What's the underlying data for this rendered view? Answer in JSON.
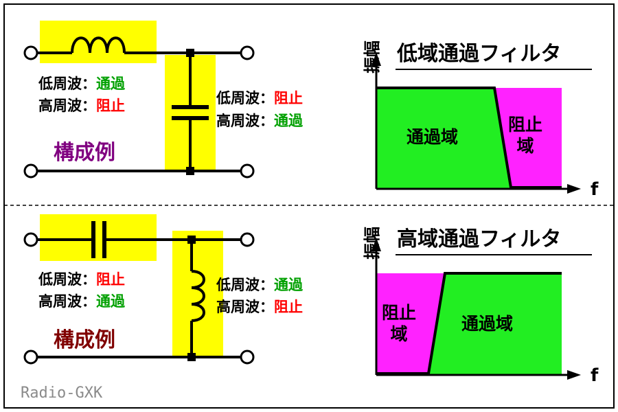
{
  "colors": {
    "pass": "#00a000",
    "stop": "#ff0000",
    "highlight": "#ffff00",
    "pass_region": "#22ee22",
    "stop_region": "#ff22ff",
    "lpf_example": "#800080",
    "hpf_example": "#800000",
    "watermark": "#8a8a8a"
  },
  "lpf": {
    "series_low_prefix": "低周波：",
    "series_low_value": "通過",
    "series_high_prefix": "高周波：",
    "series_high_value": "阻止",
    "shunt_low_prefix": "低周波：",
    "shunt_low_value": "阻止",
    "shunt_high_prefix": "高周波：",
    "shunt_high_value": "通過",
    "example_label": "構成例",
    "chart_title": "低域通過フィルタ",
    "pass_region_label": "通過域",
    "stop_region_label_1": "阻止",
    "stop_region_label_2": "域",
    "y_axis_label": "振幅",
    "x_axis_label": "f"
  },
  "hpf": {
    "series_low_prefix": "低周波：",
    "series_low_value": "阻止",
    "series_high_prefix": "高周波：",
    "series_high_value": "通過",
    "shunt_low_prefix": "低周波：",
    "shunt_low_value": "通過",
    "shunt_high_prefix": "高周波：",
    "shunt_high_value": "阻止",
    "example_label": "構成例",
    "chart_title": "高域通過フィルタ",
    "pass_region_label": "通過域",
    "stop_region_label_1": "阻止",
    "stop_region_label_2": "域",
    "y_axis_label": "振幅",
    "x_axis_label": "f"
  },
  "watermark": "Radio-GXK"
}
